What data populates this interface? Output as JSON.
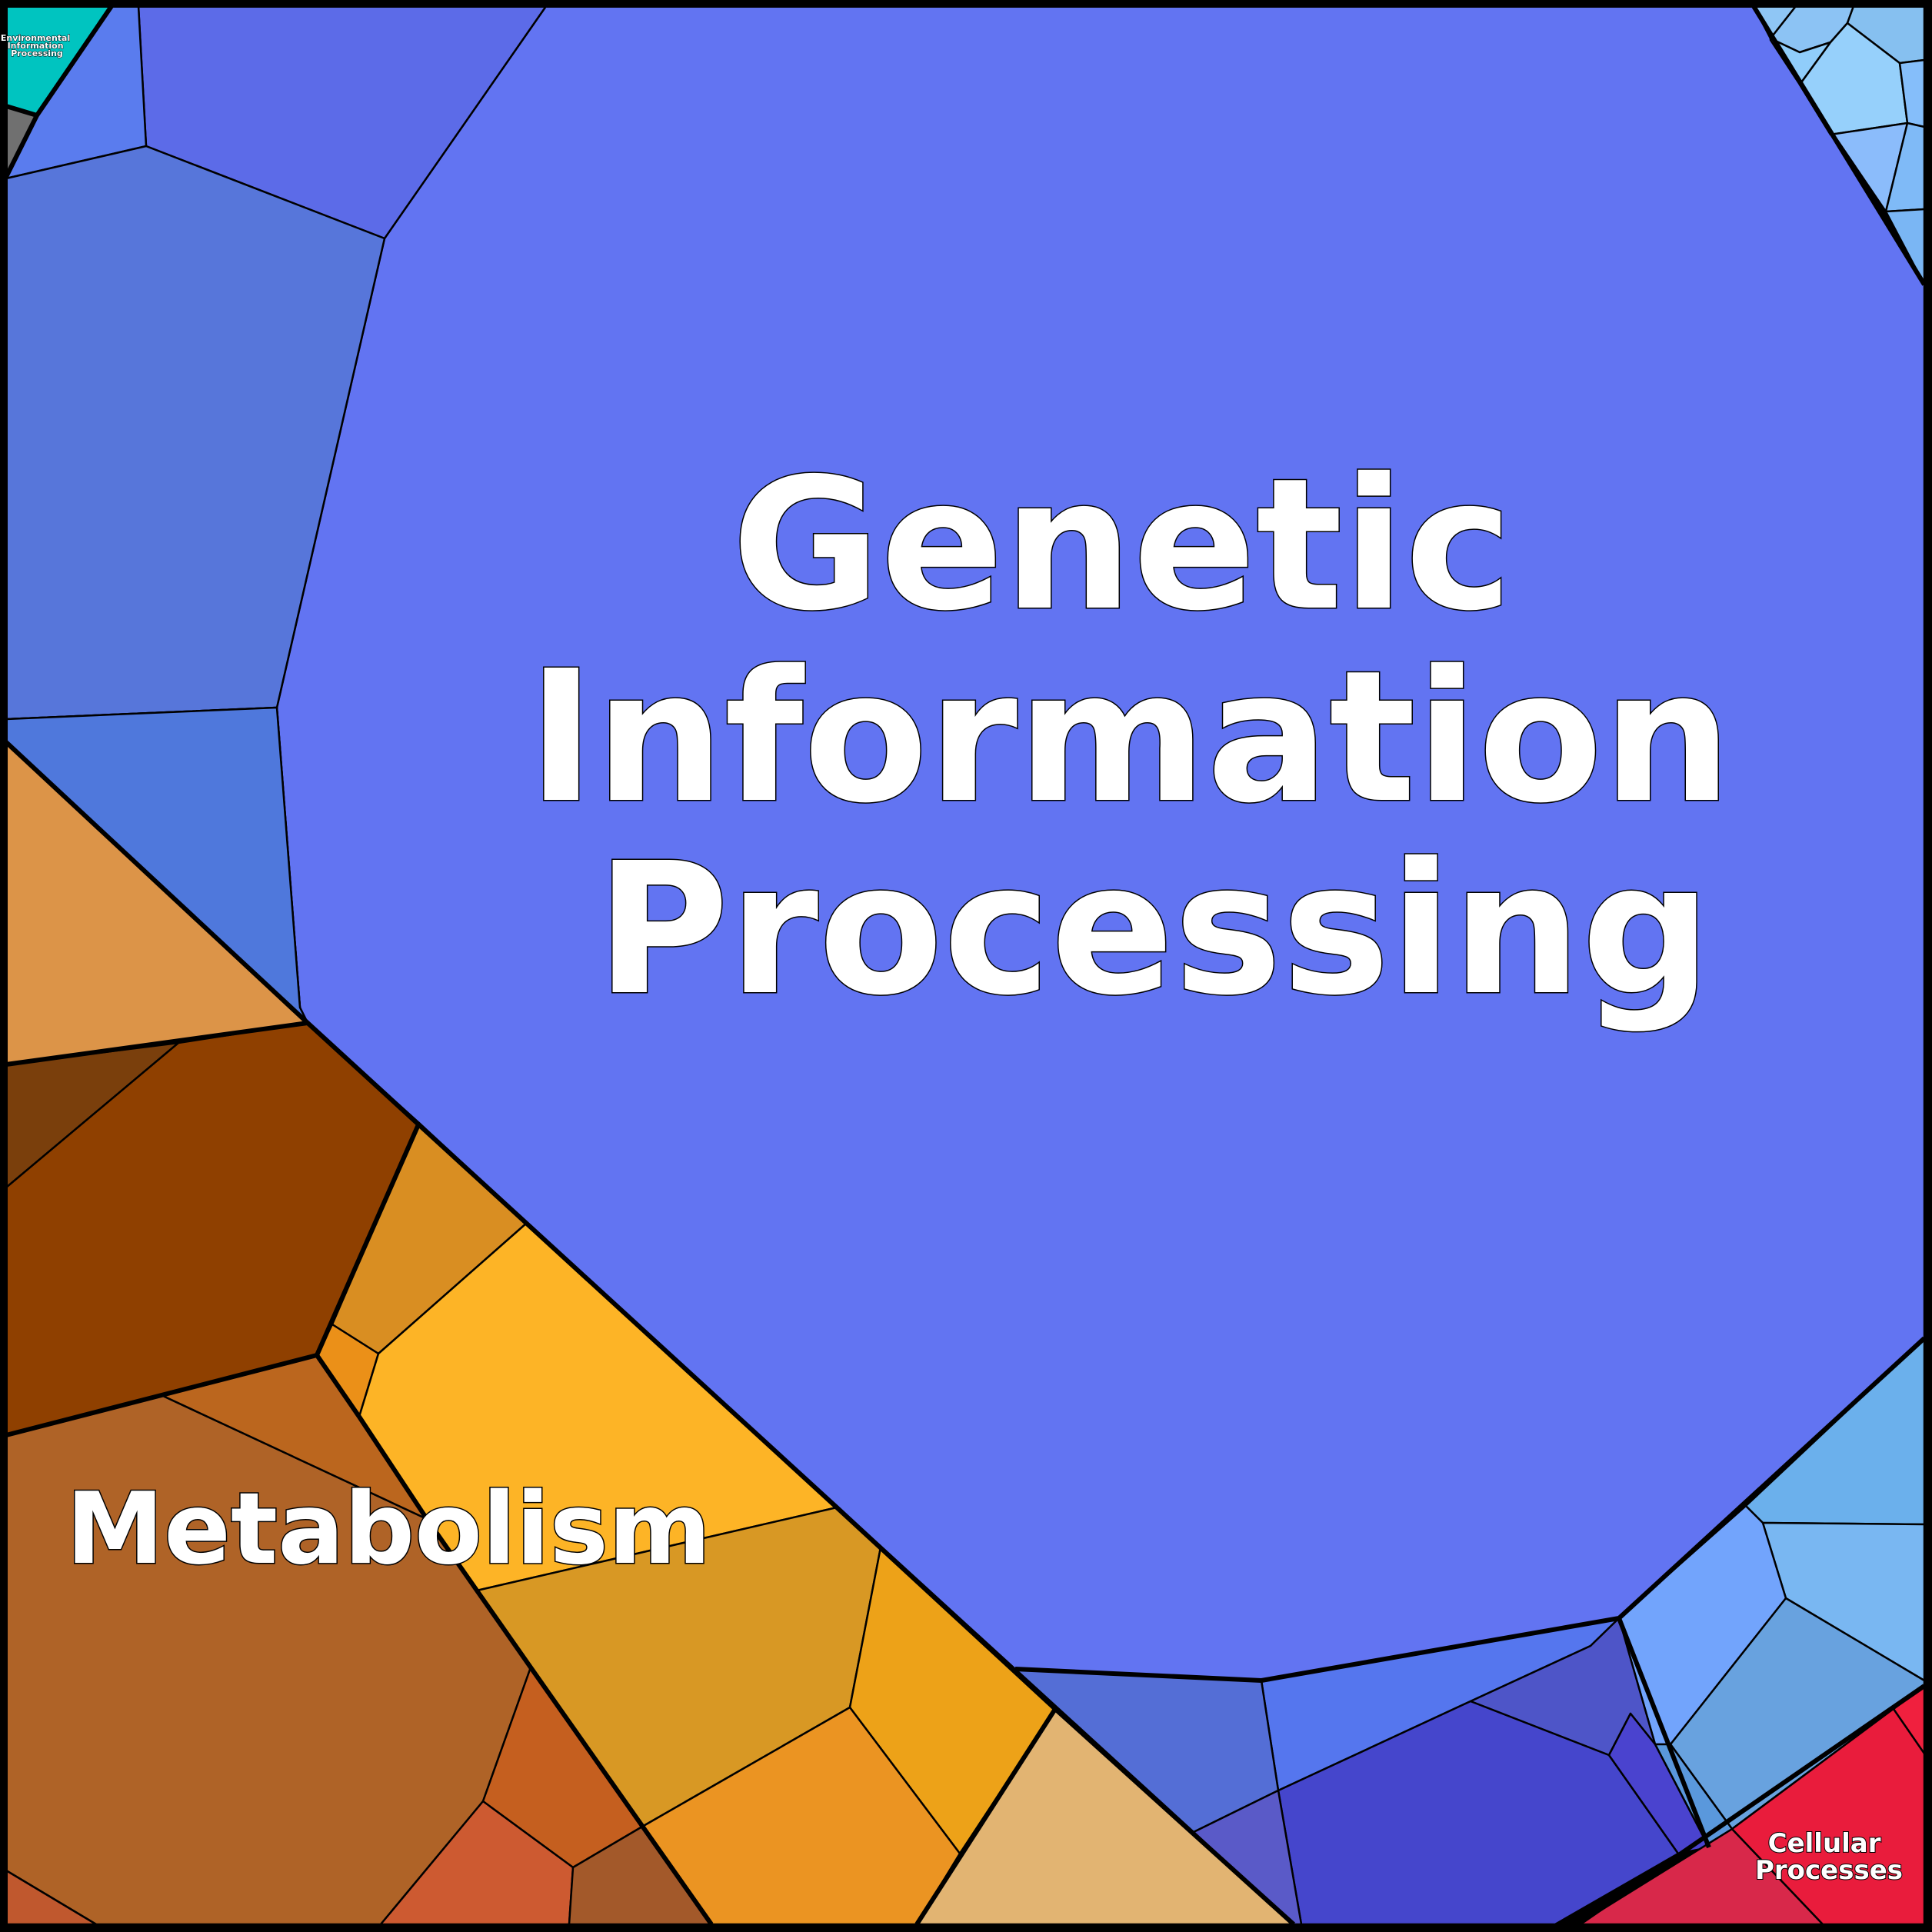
{
  "diagram": {
    "type": "voronoi-treemap",
    "colors": {
      "genetic_information_processing": "#6274f2",
      "metabolism": "#b06428",
      "cellular_processes": "#e91c3c",
      "environmental_information_processing": "#00c4c0",
      "border": "#000000",
      "label_text": "#ffffff"
    },
    "categories": [
      {
        "id": "genetic",
        "label_lines": [
          "Genetic",
          "Information",
          "Processing"
        ]
      },
      {
        "id": "metabolism",
        "label_lines": [
          "Metabolism"
        ]
      },
      {
        "id": "cellular",
        "label_lines": [
          "Cellular",
          "Processes"
        ]
      },
      {
        "id": "environmental",
        "label_lines": [
          "Environmental",
          "Information",
          "Processing"
        ]
      }
    ]
  }
}
